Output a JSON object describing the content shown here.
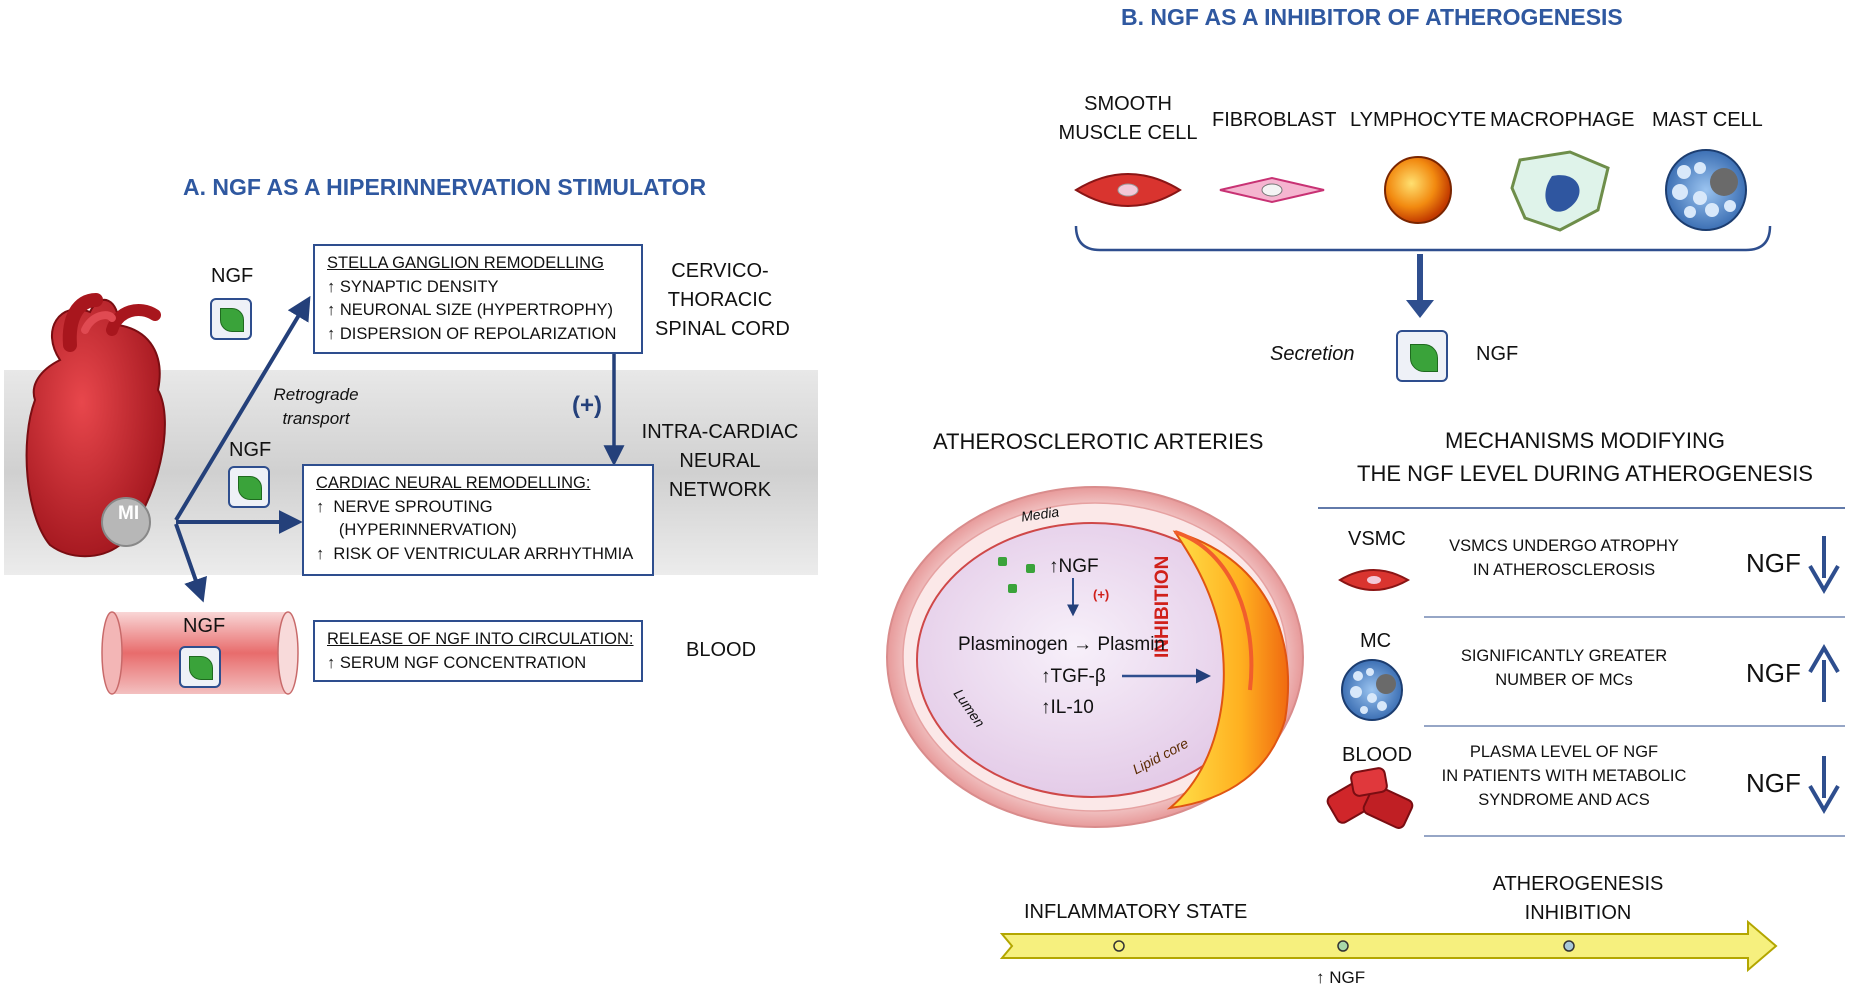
{
  "panel_a": {
    "title": "A. NGF AS A HIPERINNERVATION STIMULATOR",
    "mi_label": "MI",
    "ngf_label_top": "NGF",
    "ngf_label_mid": "NGF",
    "ngf_label_blood": "NGF",
    "retrograde": [
      "Retrograde",
      "transport"
    ],
    "plus": "(+)",
    "stella_box": {
      "heading": "STELLA GANGLION REMODELLING",
      "items": [
        "↑  SYNAPTIC DENSITY",
        "↑  NEURONAL SIZE (HYPERTROPHY)",
        "↑  DISPERSION OF REPOLARIZATION"
      ]
    },
    "cardiac_box": {
      "heading": "CARDIAC NEURAL REMODELLING:",
      "items": [
        "↑  NERVE SPROUTING",
        "     (HYPERINNERVATION)",
        "↑  RISK OF VENTRICULAR ARRHYTHMIA"
      ]
    },
    "blood_box": {
      "heading": "RELEASE OF NGF INTO CIRCULATION:",
      "items": [
        "↑ SERUM NGF CONCENTRATION"
      ]
    },
    "side_labels": {
      "cervico": [
        "CERVICO-",
        "THORACIC",
        "SPINAL CORD"
      ],
      "intra": [
        "INTRA-CARDIAC",
        "NEURAL",
        "NETWORK"
      ],
      "blood": "BLOOD"
    }
  },
  "panel_b": {
    "title": "B. NGF AS A INHIBITOR OF ATHEROGENESIS",
    "cells": [
      {
        "label": [
          "SMOOTH",
          "MUSCLE CELL"
        ]
      },
      {
        "label": [
          "FIBROBLAST"
        ]
      },
      {
        "label": [
          "LYMPHOCYTE"
        ]
      },
      {
        "label": [
          "MACROPHAGE"
        ]
      },
      {
        "label": [
          "MAST CELL"
        ]
      }
    ],
    "secretion": "Secretion",
    "secretion_ngf": "NGF",
    "artery": {
      "title": "ATHEROSCLEROTIC ARTERIES",
      "media": "Media",
      "lumen": "Lumen",
      "lipid_core": "Lipid core",
      "inhibition": "INHIBITION",
      "ngf_up": "↑NGF",
      "plus": "(+)",
      "reaction": "Plasminogen → Plasmin",
      "tgf": "↑TGF-β",
      "il10": "↑IL-10"
    },
    "mechanisms": {
      "title": [
        "MECHANISMS MODIFYING",
        "THE NGF LEVEL DURING ATHEROGENESIS"
      ],
      "rows": [
        {
          "label": "VSMC",
          "text": [
            "VSMCS UNDERGO ATROPHY",
            "IN ATHEROSCLEROSIS"
          ],
          "ngf": "NGF",
          "direction": "down"
        },
        {
          "label": "MC",
          "text": [
            "SIGNIFICANTLY GREATER",
            "NUMBER OF MCs"
          ],
          "ngf": "NGF",
          "direction": "up"
        },
        {
          "label": "BLOOD",
          "text": [
            "PLASMA LEVEL OF NGF",
            "IN PATIENTS WITH METABOLIC",
            "SYNDROME AND ACS"
          ],
          "ngf": "NGF",
          "direction": "down"
        }
      ]
    },
    "timeline": {
      "left": "INFLAMMATORY STATE",
      "right": [
        "ATHEROGENESIS",
        "INHIBITION"
      ],
      "bottom": "↑ NGF"
    }
  },
  "colors": {
    "title_blue": "#2f58a0",
    "box_border": "#2e4e8e",
    "heart_red": "#c8202a",
    "leaf_green": "#3aa33a",
    "timeline_yellow": "#f3ee7a"
  }
}
